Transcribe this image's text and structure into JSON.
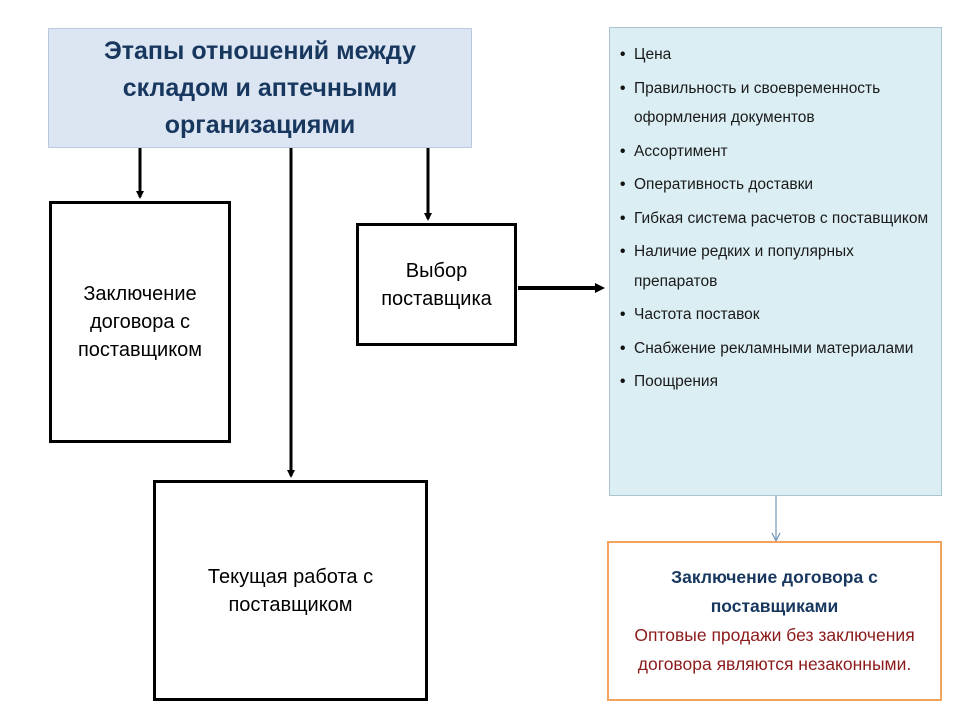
{
  "title": "Этапы отношений между складом и аптечными организациями",
  "stages": {
    "contract": "Заключение договора с поставщиком",
    "supplier_choice": "Выбор поставщика",
    "current_work": "Текущая работа с поставщиком"
  },
  "criteria": [
    "Цена",
    "Правильность и своевременность оформления документов",
    "Ассортимент",
    "Оперативность доставки",
    "Гибкая система расчетов с поставщиком",
    "Наличие редких и популярных препаратов",
    "Частота поставок",
    "Снабжение рекламными материалами",
    "Поощрения"
  ],
  "note": {
    "title": "Заключение договора с поставщиками",
    "text": "Оптовые продажи без заключения договора являются незаконными."
  },
  "colors": {
    "title_bg": "#dce6f2",
    "title_text": "#17375e",
    "criteria_bg": "#dbeef4",
    "note_border": "#f2a35e",
    "note_text": "#8b1a1a"
  }
}
